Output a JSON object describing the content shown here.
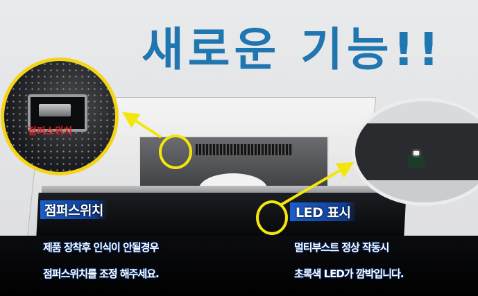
{
  "headline": "새로운  기능!!",
  "jumper_switch": {
    "zoom_label": "점퍼스위치",
    "heading": "점퍼스위치",
    "desc_line1": "제품 장착후 인식이 안될경우",
    "desc_line2": "점퍼스위치를 조정 해주세요."
  },
  "led_indicator": {
    "heading": "LED 표시",
    "desc_line1": "멀티부스트 정상 작동시",
    "desc_line2": "초록색 LED가 깜박입니다."
  },
  "colors": {
    "headline": "#1f76b0",
    "highlight_ring": "#f3e60c",
    "zoom_label": "#e02020",
    "heading_bg": "#1b5fcc"
  },
  "icons": {
    "callout_arrow_left": "arrow-up-left-icon",
    "callout_arrow_right": "arrow-up-right-icon"
  }
}
